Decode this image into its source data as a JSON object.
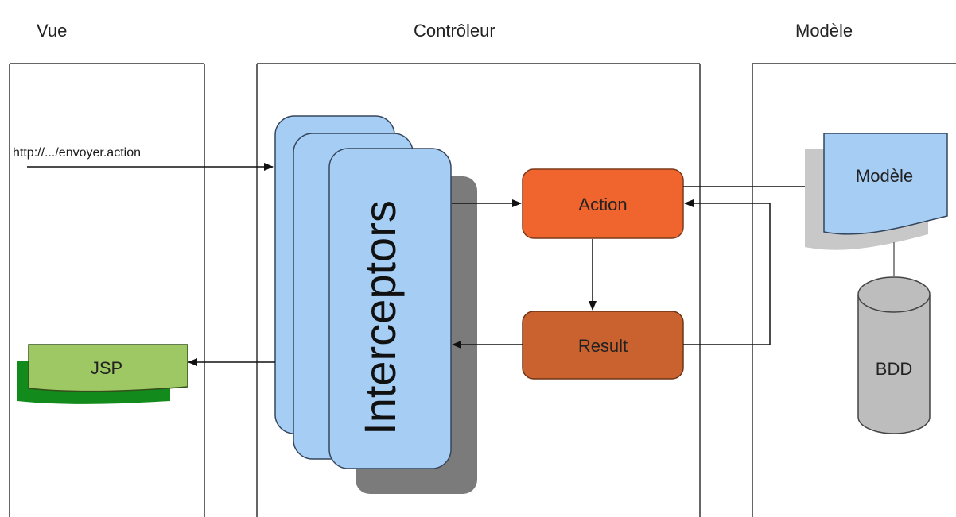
{
  "columns": {
    "vue": "Vue",
    "controleur": "Contrôleur",
    "modele": "Modèle"
  },
  "request_url": "http://.../envoyer.action",
  "interceptors": "Interceptors",
  "action": "Action",
  "result": "Result",
  "jsp": "JSP",
  "model_doc": "Modèle",
  "database": "BDD",
  "colors": {
    "interceptor_fill": "#a6cdf4",
    "action_fill": "#f0642e",
    "result_fill": "#c9622e",
    "jsp_fill": "#9dc863",
    "jsp_shadow": "#138a1c",
    "model_fill": "#a6cdf4",
    "database_fill": "#bdbdbd",
    "shadow": "#7b7b7b",
    "panel_border": "#666666"
  }
}
